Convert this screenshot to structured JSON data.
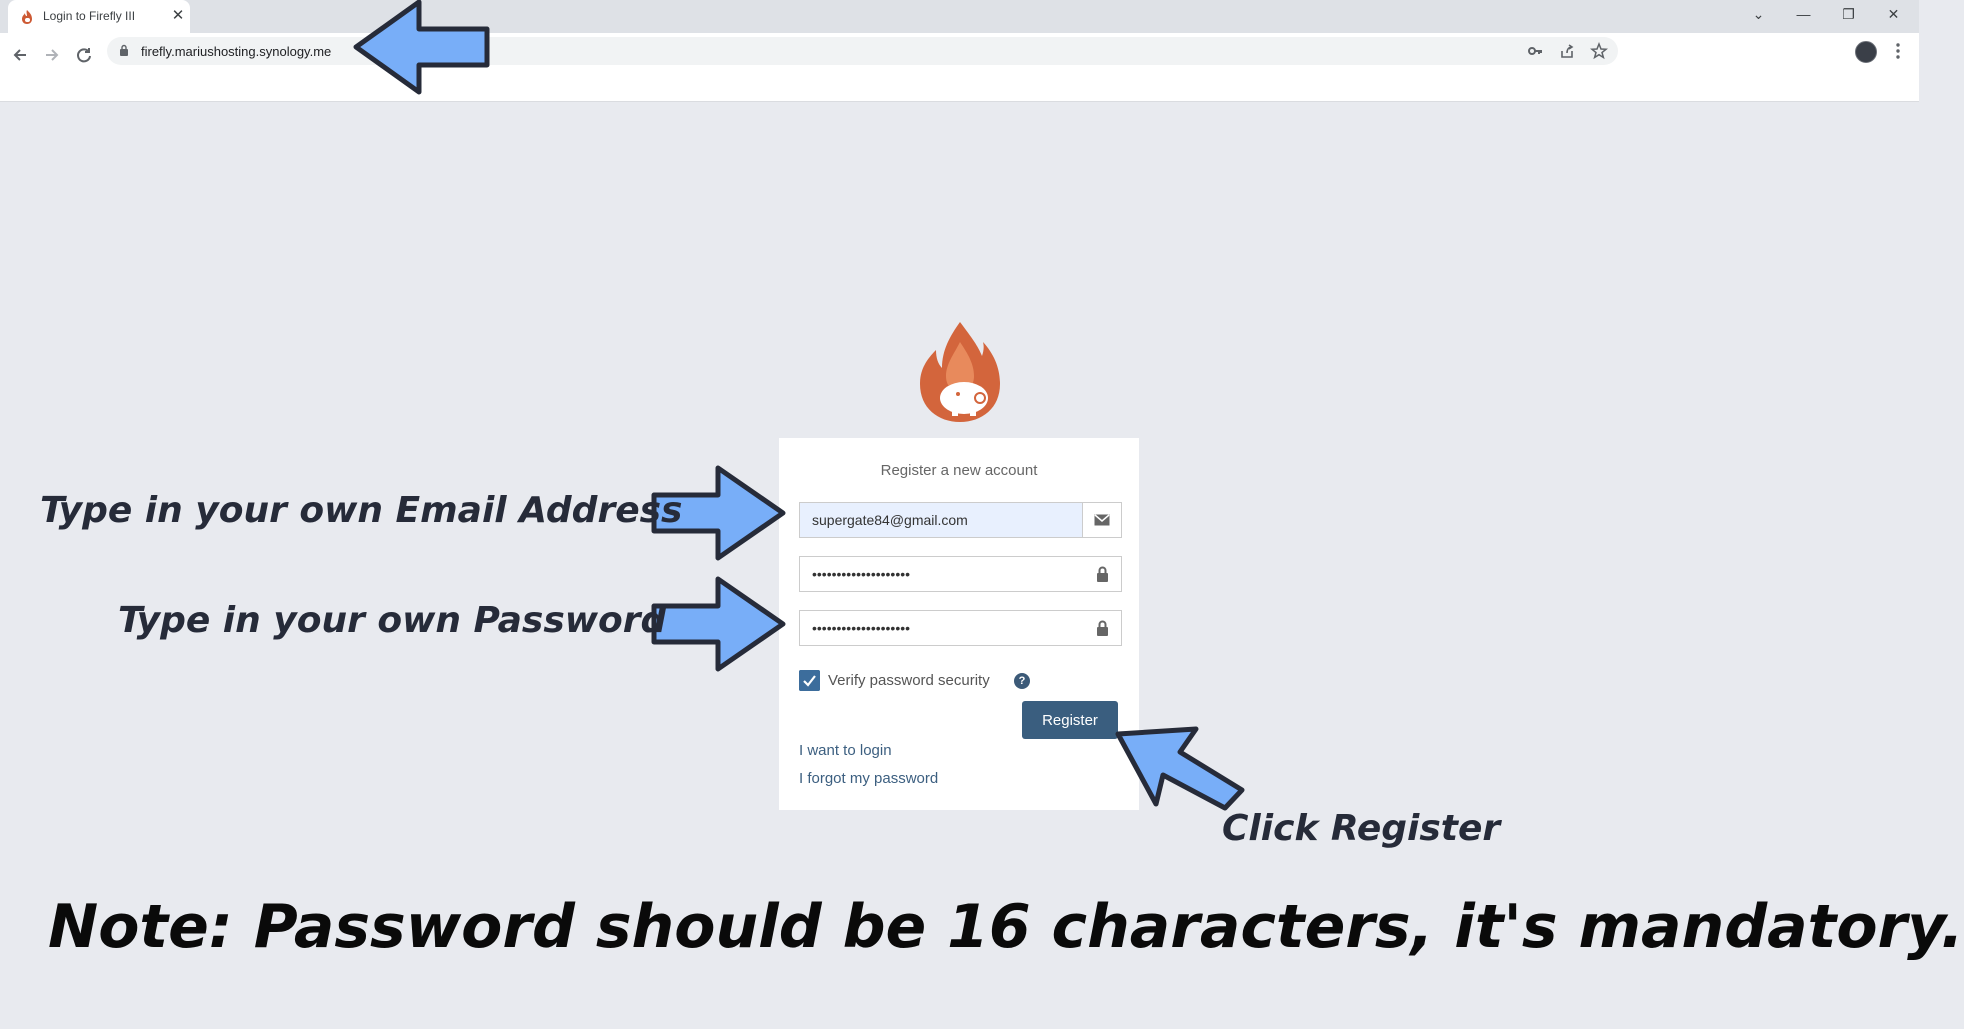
{
  "browser": {
    "tab_title": "Login to Firefly III",
    "tab_close": "✕",
    "url": "firefly.mariushosting.synology.me",
    "window_controls": {
      "dropdown": "⌄",
      "minimize": "—",
      "restore": "❐",
      "close": "✕"
    }
  },
  "card": {
    "title": "Register a new account",
    "email_value": "supergate84@gmail.com",
    "password_value": "••••••••••••••••••••",
    "password_confirm_value": "••••••••••••••••••••",
    "verify_label": "Verify password security",
    "verify_checked": true,
    "register_label": "Register",
    "login_link": "I want to login",
    "forgot_link": "I forgot my password"
  },
  "annotations": {
    "email": "Type in your own Email Address",
    "password": "Type in your own Password",
    "register": "Click Register",
    "note": "Note: Password should be 16 characters, it's mandatory."
  },
  "colors": {
    "page_background": "#e8eaef",
    "accent": "#3a5e7f",
    "arrow_fill": "#78aef8",
    "logo": "#cd5a34"
  },
  "icons": [
    "firefly-favicon-icon",
    "back-arrow-icon",
    "forward-arrow-icon",
    "reload-icon",
    "lock-icon",
    "key-icon",
    "share-icon",
    "star-icon",
    "envelope-icon",
    "padlock-icon",
    "check-icon",
    "question-circle-icon",
    "firefly-logo"
  ]
}
